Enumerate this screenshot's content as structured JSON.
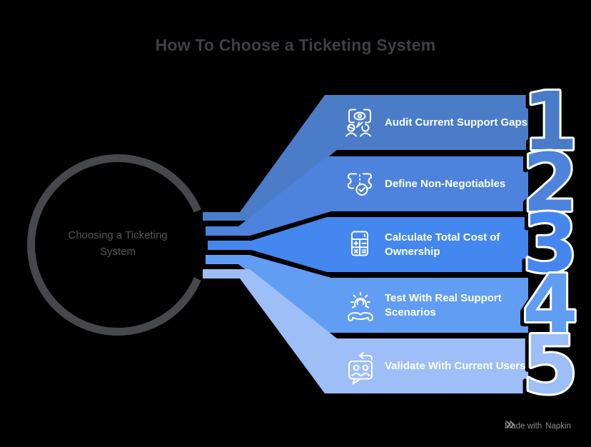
{
  "title": "How To Choose a Ticketing System",
  "hub": {
    "label": "Choosing a Ticketing System"
  },
  "steps": [
    {
      "number": "1",
      "label": "Audit Current Support Gaps",
      "icon": "audit-eye-icon",
      "color": "#4a7cc8"
    },
    {
      "number": "2",
      "label": "Define Non-Negotiables",
      "icon": "ticket-check-icon",
      "color": "#4d83dd"
    },
    {
      "number": "3",
      "label": "Calculate Total Cost of Ownership",
      "icon": "calculator-icon",
      "color": "#4487ef"
    },
    {
      "number": "4",
      "label": "Test With Real Support Scenarios",
      "icon": "gear-handset-icon",
      "color": "#619df3"
    },
    {
      "number": "5",
      "label": "Validate With Current Users",
      "icon": "chat-users-icon",
      "color": "#9dbef7"
    }
  ],
  "watermark": {
    "prefix": "Made with",
    "brand": "Napkin"
  },
  "colors": {
    "background": "#000000",
    "ring": "#47484b",
    "title_text": "#3e4045",
    "hub_text": "#55575c",
    "step_label_text": "#ffffff",
    "icon_stroke": "#ffffff",
    "number_outline": "#ffffff",
    "watermark_text": "#909090"
  }
}
